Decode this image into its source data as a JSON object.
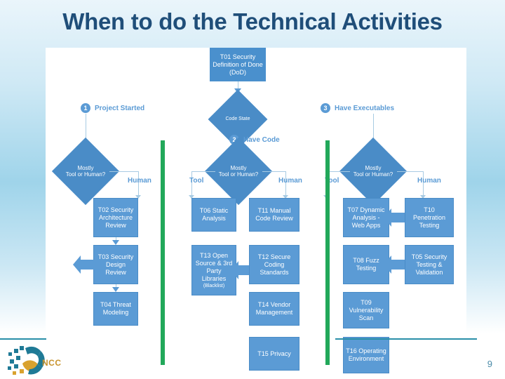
{
  "slide": {
    "title": "When to do the Technical Activities",
    "page_number": "9",
    "accent_blue": "#5b9bd5",
    "accent_dark_blue": "#1f4e79",
    "accent_green": "#22a85a",
    "accent_teal": "#2a8fa8",
    "logo_text": "NCC"
  },
  "diagram": {
    "top_box": {
      "label": "T01 Security Definition of Done (DoD)"
    },
    "state_diamond": {
      "label": "Code State"
    },
    "milestones": [
      {
        "num": "1",
        "label": "Project Started"
      },
      {
        "num": "2",
        "label": "Have Code"
      },
      {
        "num": "3",
        "label": "Have Executables"
      }
    ],
    "decisions": [
      {
        "id": "decision-left",
        "label": "Mostly\nTool or Human?"
      },
      {
        "id": "decision-middle",
        "label": "Mostly\nTool or Human?"
      },
      {
        "id": "decision-right",
        "label": "Mostly\nTool or Human?"
      }
    ],
    "branch_labels": [
      {
        "id": "branch-left-human",
        "label": "Human"
      },
      {
        "id": "branch-middle-tool",
        "label": "Tool"
      },
      {
        "id": "branch-middle-human",
        "label": "Human"
      },
      {
        "id": "branch-right-tool",
        "label": "Tool"
      },
      {
        "id": "branch-right-human",
        "label": "Human"
      }
    ],
    "columns": [
      {
        "id": "column-project-human",
        "tasks": [
          {
            "id": "T02",
            "label": "T02 Security Architecture Review",
            "sub": ""
          },
          {
            "id": "T03",
            "label": "T03 Security Design Review",
            "sub": ""
          },
          {
            "id": "T04",
            "label": "T04 Threat Modeling",
            "sub": ""
          }
        ]
      },
      {
        "id": "column-code-tool",
        "tasks": [
          {
            "id": "T06",
            "label": "T06 Static Analysis",
            "sub": ""
          },
          {
            "id": "T13",
            "label": "T13 Open Source & 3rd Party Libraries",
            "sub": "(Blacklist)"
          }
        ]
      },
      {
        "id": "column-code-human",
        "tasks": [
          {
            "id": "T11",
            "label": "T11 Manual Code Review",
            "sub": ""
          },
          {
            "id": "T12",
            "label": "T12 Secure Coding Standards",
            "sub": ""
          },
          {
            "id": "T14",
            "label": "T14 Vendor Management",
            "sub": ""
          },
          {
            "id": "T15",
            "label": "T15 Privacy",
            "sub": ""
          }
        ]
      },
      {
        "id": "column-exec-tool",
        "tasks": [
          {
            "id": "T07",
            "label": "T07 Dynamic Analysis - Web Apps",
            "sub": ""
          },
          {
            "id": "T08",
            "label": "T08 Fuzz Testing",
            "sub": ""
          },
          {
            "id": "T09",
            "label": "T09 Vulnerability Scan",
            "sub": ""
          },
          {
            "id": "T16",
            "label": "T16 Operating Environment",
            "sub": ""
          }
        ]
      },
      {
        "id": "column-exec-human",
        "tasks": [
          {
            "id": "T10",
            "label": "T10 Penetration Testing",
            "sub": ""
          },
          {
            "id": "T05",
            "label": "T05 Security Testing & Validation",
            "sub": ""
          }
        ]
      }
    ]
  }
}
